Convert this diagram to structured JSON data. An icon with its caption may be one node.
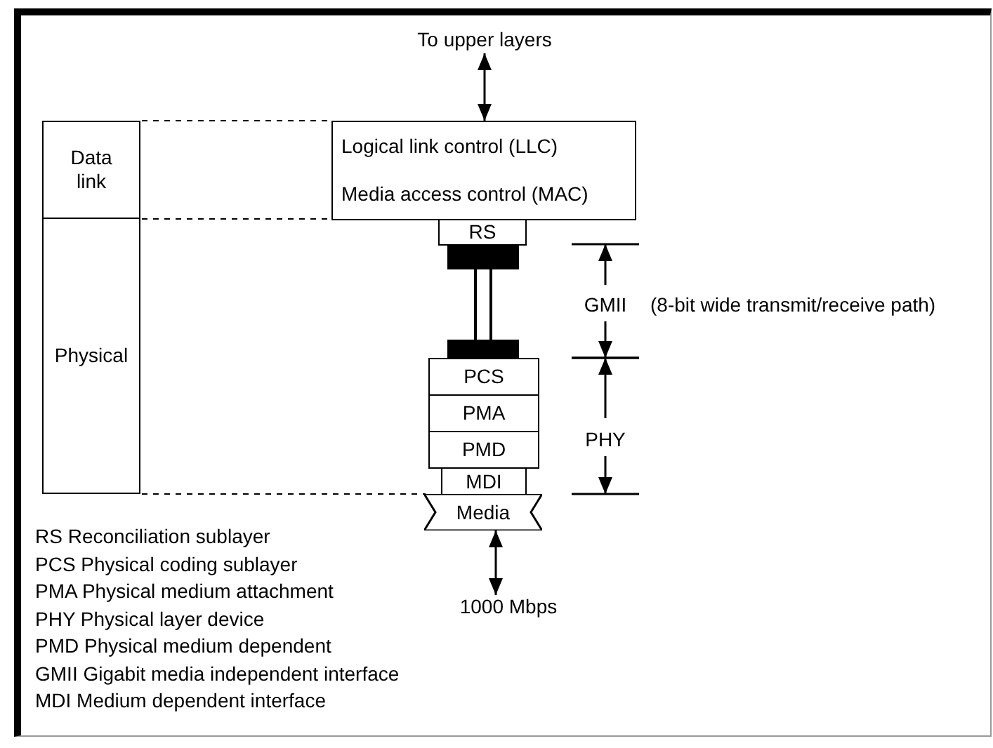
{
  "diagram": {
    "nodes": [
      {
        "text": [
          "Data link"
        ]
      },
      {
        "text": [
          "Physical"
        ]
      },
      {
        "text": [
          "Logical link control (LLC)",
          "Media access control (MAC)"
        ]
      },
      {
        "text": [
          "RS"
        ]
      },
      {
        "text": [
          "PCS"
        ]
      },
      {
        "text": [
          "PMA"
        ]
      },
      {
        "text": [
          "PMD"
        ]
      },
      {
        "text": [
          "MDI"
        ]
      },
      {
        "text": [
          "Media"
        ]
      },
      {
        "text": [
          "To upper layers"
        ]
      },
      {
        "text": [
          "1000 Mbps"
        ]
      }
    ],
    "edges": [
      {
        "from": 9,
        "to": 2,
        "arrow": "both"
      },
      {
        "from": 3,
        "to": 4,
        "arrow": "other",
        "style": "thick"
      },
      {
        "from": 8,
        "to": 10,
        "arrow": "both"
      }
    ],
    "labels": [
      "GMII",
      "(8-bit wide transmit/receive path)",
      "PHY",
      "RS Reconciliation sublayer",
      "PCS Physical coding sublayer",
      "PMA Physical medium attachment",
      "PHY Physical layer device",
      "PMD Physical medium dependent",
      "GMII Gigabit media independent interface",
      "MDI Medium dependent interface"
    ]
  }
}
